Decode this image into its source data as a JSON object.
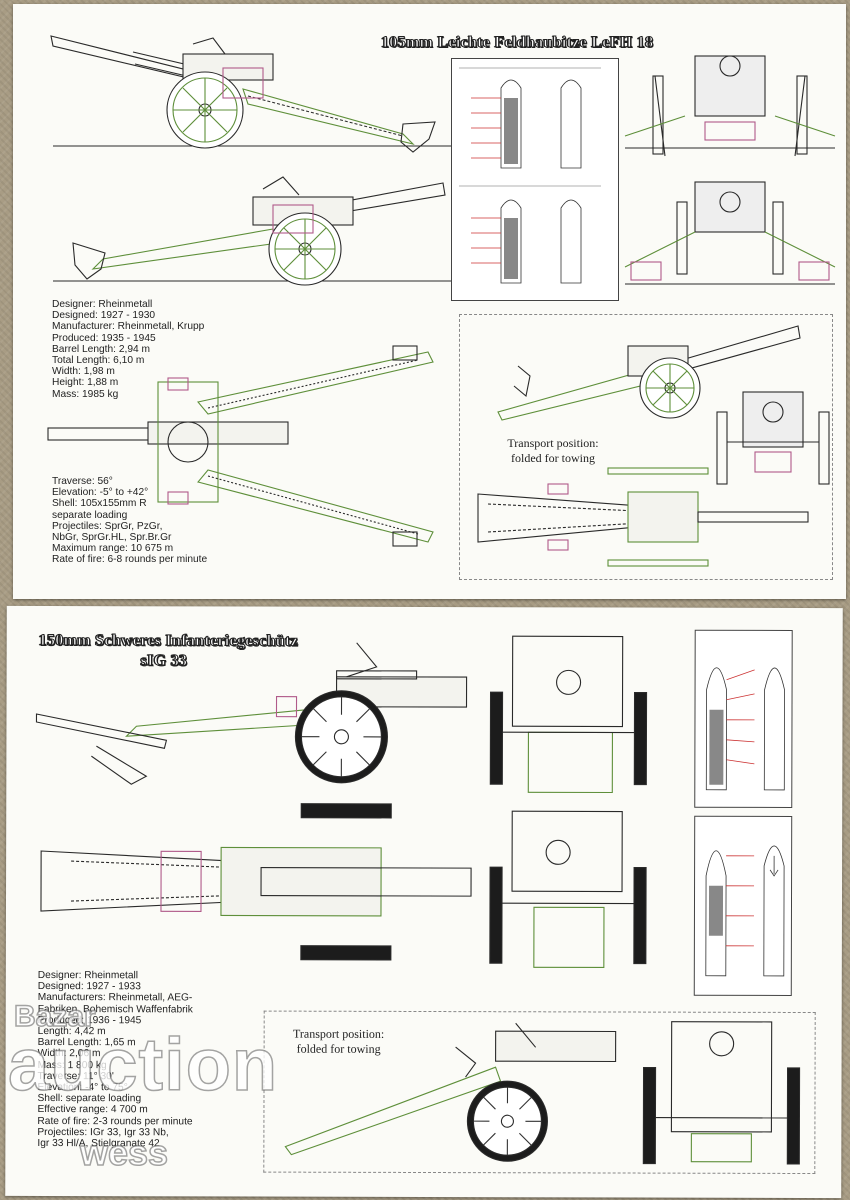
{
  "sheet1": {
    "title": "105mm Leichte Feldhaubitze LeFH 18",
    "specs": [
      "Designer: Rheinmetall",
      "Designed: 1927 - 1930",
      "Manufacturer: Rheinmetall, Krupp",
      "Produced: 1935 - 1945",
      "Barrel Length: 2,94 m",
      "Total Length: 6,10 m",
      "Width: 1,98 m",
      "Height: 1,88 m",
      "Mass: 1985 kg"
    ],
    "specs2": [
      "Traverse: 56°",
      "Elevation: -5° to +42°",
      "Shell: 105x155mm R",
      "separate loading",
      "Projectiles: SprGr, PzGr,",
      "NbGr, SprGr.HL, Spr.Br.Gr",
      "Maximum range: 10 675 m",
      "Rate of fire: 6-8 rounds per minute"
    ],
    "transport_line1": "Transport position:",
    "transport_line2": "folded for towing"
  },
  "sheet2": {
    "title_line1": "150mm Schweres Infanteriegeschütz",
    "title_line2": "sIG 33",
    "specs": [
      "Designer: Rheinmetall",
      "Designed: 1927 - 1933",
      "Manufacturers: Rheinmetall, AEG-",
      "Fabriken, Bohemisch Waffenfabrik",
      "Produced: 1936 - 1945",
      "Length: 4,42 m",
      "Barrel Length: 1,65 m",
      "Width: 2,06 m",
      "Mass: 1 800 kg",
      "Traverse: 11° 30'",
      "Elevation: -4° to 75°",
      "Shell: separate loading",
      "Effective range: 4 700 m",
      "Rate of fire: 2-3 rounds per minute",
      "Projectiles: IGr 33, Igr 33 Nb,",
      "Igr 33 Hl/A, Stielgranate 42"
    ],
    "transport_line1": "Transport position:",
    "transport_line2": "folded for towing"
  },
  "watermark": {
    "line1": "Bazar",
    "line2": "auction",
    "line3": "wess"
  },
  "colors": {
    "ink": "#2a2a2a",
    "accent_green": "#5e8f3a",
    "accent_magenta": "#b05a8a",
    "paper": "#fbfbf7"
  }
}
